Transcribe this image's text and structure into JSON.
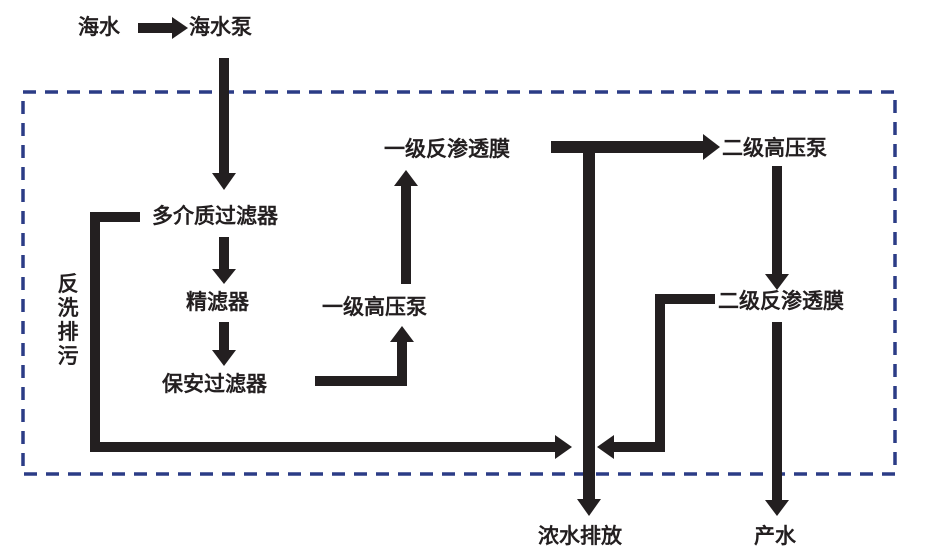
{
  "diagram": {
    "nodes": {
      "seawater": "海水",
      "seawater_pump": "海水泵",
      "multimedia_filter": "多介质过滤器",
      "fine_filter": "精滤器",
      "security_filter": "保安过滤器",
      "stage1_hp_pump": "一级高压泵",
      "stage1_ro": "一级反渗透膜",
      "stage2_hp_pump": "二级高压泵",
      "stage2_ro": "二级反渗透膜",
      "concentrate_discharge": "浓水排放",
      "product_water": "产水",
      "backwash_label": "反洗排污"
    },
    "colors": {
      "arrow": "#231f20",
      "boundary": "#2b3c86",
      "text": "#231f20"
    }
  }
}
